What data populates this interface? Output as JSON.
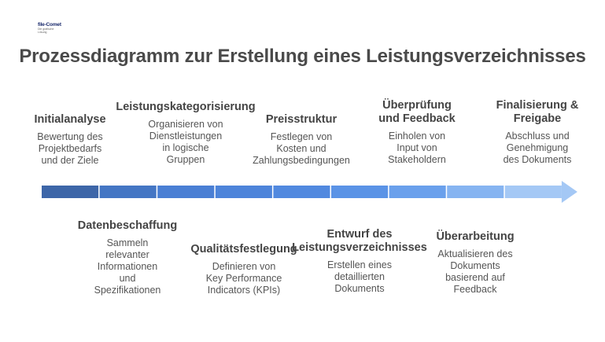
{
  "logo": {
    "text": "file-Comet",
    "sub": "Die grafische Lösung"
  },
  "title": "Prozessdiagramm zur Erstellung eines Leistungsverzeichnisses",
  "steps": [
    {
      "title": "Initialanalyse",
      "desc": "Bewertung des\nProjektbedarfs\nund der Ziele"
    },
    {
      "title": "Datenbeschaffung",
      "desc": "Sammeln\nrelevanter\nInformationen\nund\nSpezifikationen"
    },
    {
      "title": "Leistungskategorisierung",
      "desc": "Organisieren von\nDienstleistungen\nin logische\nGruppen"
    },
    {
      "title": "Qualitätsfestlegung",
      "desc": "Definieren von\nKey Performance\nIndicators (KPIs)"
    },
    {
      "title": "Preisstruktur",
      "desc": "Festlegen von\nKosten und\nZahlungsbedingungen"
    },
    {
      "title": "Entwurf des\nLeistungsverzeichnisses",
      "desc": "Erstellen eines\ndetaillierten\nDokuments"
    },
    {
      "title": "Überprüfung\nund Feedback",
      "desc": "Einholen von\nInput von\nStakeholdern"
    },
    {
      "title": "Überarbeitung",
      "desc": "Aktualisieren des\nDokuments\nbasierend auf\nFeedback"
    },
    {
      "title": "Finalisierung &\nFreigabe",
      "desc": "Abschluss und\nGenehmigung\ndes Dokuments"
    }
  ],
  "colors": {
    "segments": [
      "#3d66a8",
      "#4476c4",
      "#4a7fd4",
      "#4d84da",
      "#5189df",
      "#5a93e6",
      "#6aa0ec",
      "#86b4f1",
      "#a4c8f5"
    ]
  }
}
